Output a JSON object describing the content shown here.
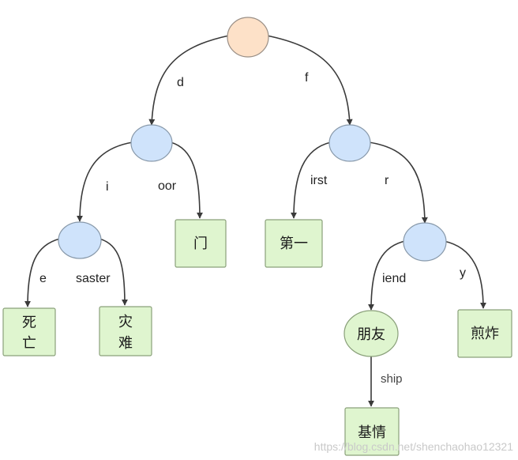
{
  "diagram": {
    "edges": {
      "d": "d",
      "f": "f",
      "i": "i",
      "oor": "oor",
      "irst": "irst",
      "r": "r",
      "e": "e",
      "saster": "saster",
      "iend": "iend",
      "y": "y",
      "ship": "ship"
    },
    "nodes": {
      "men": "门",
      "diyi": "第一",
      "si": "死",
      "wang": "亡",
      "zai": "灾",
      "nan": "难",
      "pengyou": "朋友",
      "jianzha": "煎炸",
      "jiqing": "基情"
    }
  },
  "watermark": "https://blog.csdn.net/shenchaohao12321",
  "colors": {
    "root_fill": "#fde1c8",
    "internal_fill": "#cfe3fb",
    "word_fill": "#dff5cf",
    "edge": "#3a3a3a"
  }
}
